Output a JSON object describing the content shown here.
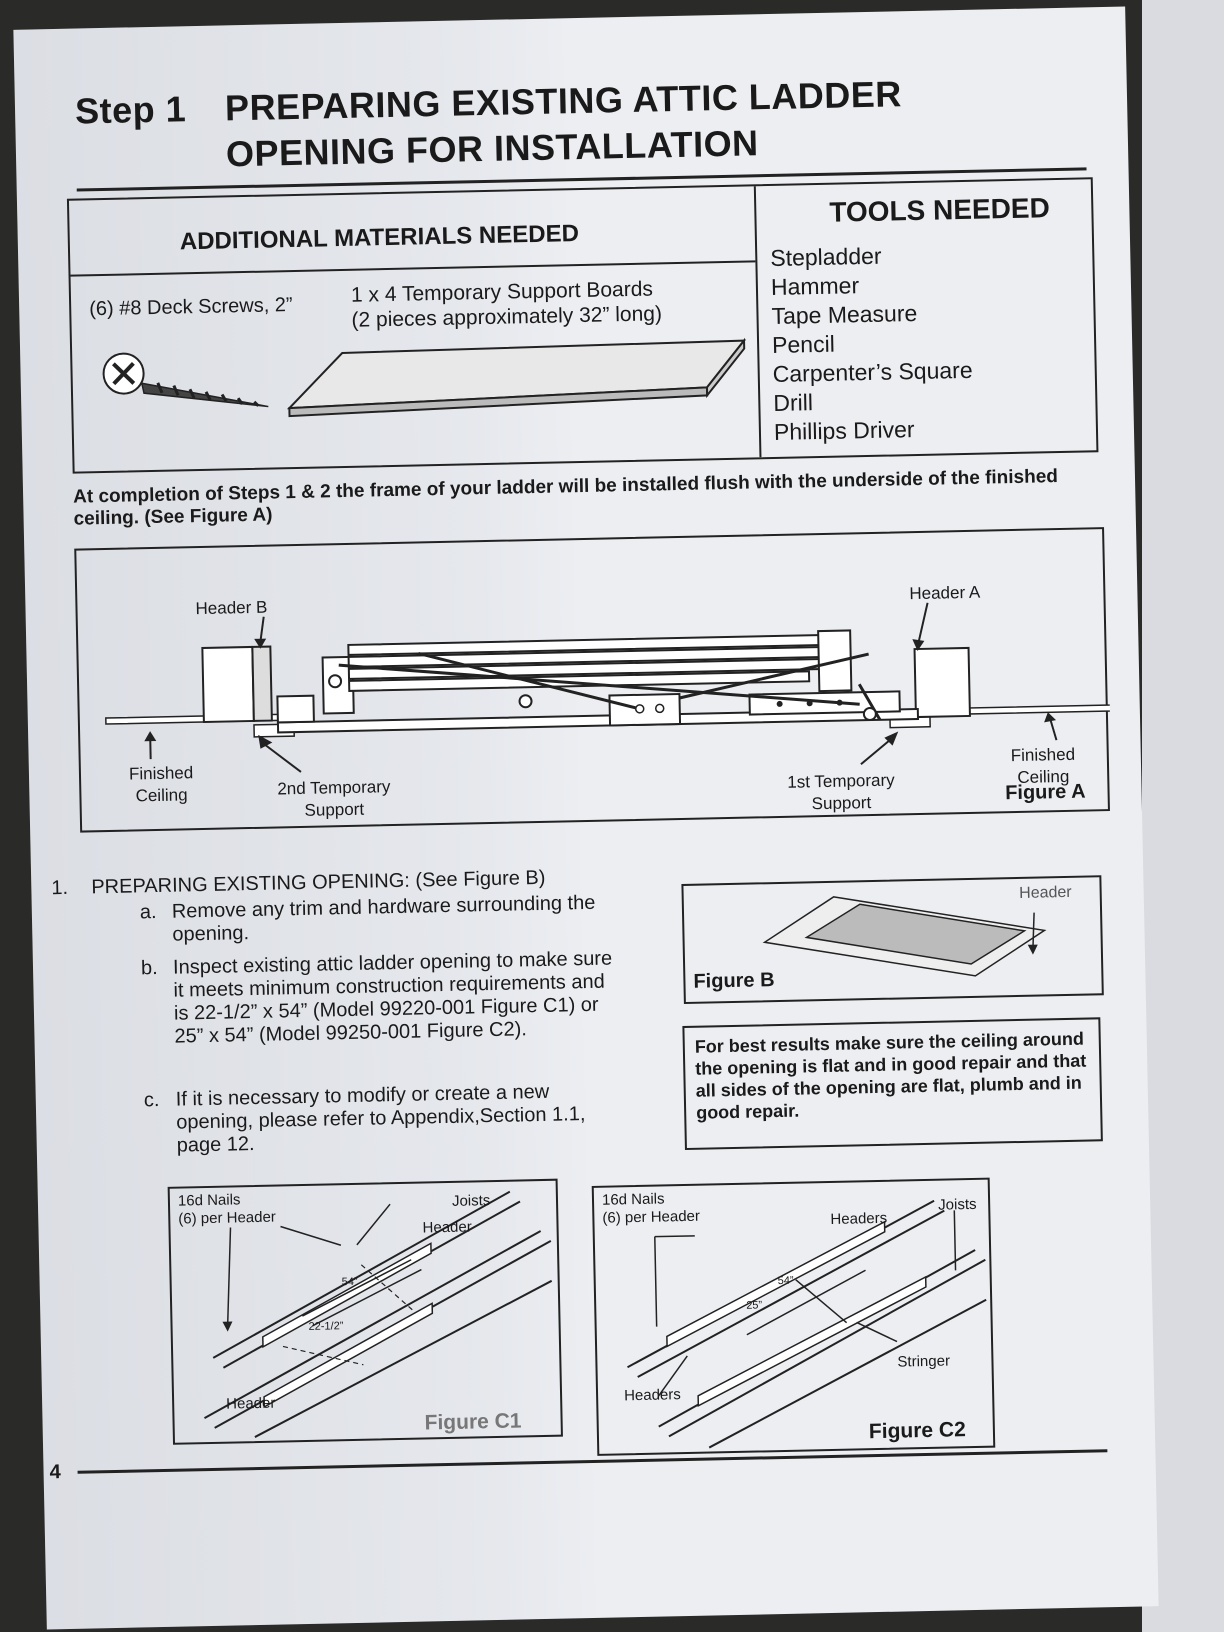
{
  "title": {
    "step": "Step 1",
    "line1": "PREPARING EXISTING ATTIC LADDER",
    "line2": "OPENING FOR INSTALLATION"
  },
  "materials": {
    "header": "ADDITIONAL MATERIALS NEEDED",
    "item1": "(6) #8 Deck Screws, 2”",
    "item2_line1": "1 x 4 Temporary Support Boards",
    "item2_line2": "(2 pieces approximately 32” long)"
  },
  "tools": {
    "header": "TOOLS NEEDED",
    "items": [
      "Stepladder",
      "Hammer",
      "Tape Measure",
      "Pencil",
      "Carpenter’s Square",
      "Drill",
      "Phillips Driver"
    ]
  },
  "completion_note": "At completion of Steps 1 & 2 the frame of your ladder will be installed flush with the underside of the finished ceiling. (See Figure A)",
  "figure_a": {
    "header_b": "Header B",
    "header_a": "Header A",
    "finished_ceiling_left_1": "Finished",
    "finished_ceiling_left_2": "Ceiling",
    "second_support_1": "2nd Temporary",
    "second_support_2": "Support",
    "first_support_1": "1st Temporary",
    "first_support_2": "Support",
    "finished_ceiling_right_1": "Finished",
    "finished_ceiling_right_2": "Ceiling",
    "caption": "Figure A"
  },
  "section1": {
    "number": "1.",
    "heading": "PREPARING EXISTING OPENING: (See Figure B)",
    "a_letter": "a.",
    "a": "Remove any trim and hardware surrounding the opening.",
    "b_letter": "b.",
    "b": "Inspect existing attic ladder opening to make sure it meets minimum construction requirements and is 22-1/2” x 54” (Model 99220-001 Figure C1) or 25” x 54” (Model 99250-001 Figure C2).",
    "c_letter": "c.",
    "c": "If it is necessary to modify or create a new opening, please refer to Appendix,Section 1.1, page 12."
  },
  "figure_b": {
    "header_label": "Header",
    "caption": "Figure B"
  },
  "best_results": "For best results make sure the ceiling around the opening is flat and in good repair and that all sides of the opening are flat, plumb and in good repair.",
  "figure_c1": {
    "nails_1": "16d Nails",
    "nails_2": "(6) per Header",
    "joists": "Joists",
    "header_top": "Header",
    "header_bottom": "Header",
    "dim_length": "54”",
    "dim_width": "22-1/2”",
    "caption": "Figure C1"
  },
  "figure_c2": {
    "nails_1": "16d Nails",
    "nails_2": "(6) per Header",
    "headers_top": "Headers",
    "joists": "Joists",
    "stringer": "Stringer",
    "headers_bottom": "Headers",
    "dim_width": "25”",
    "dim_length": "54”",
    "caption": "Figure C2"
  },
  "page_number": "4"
}
